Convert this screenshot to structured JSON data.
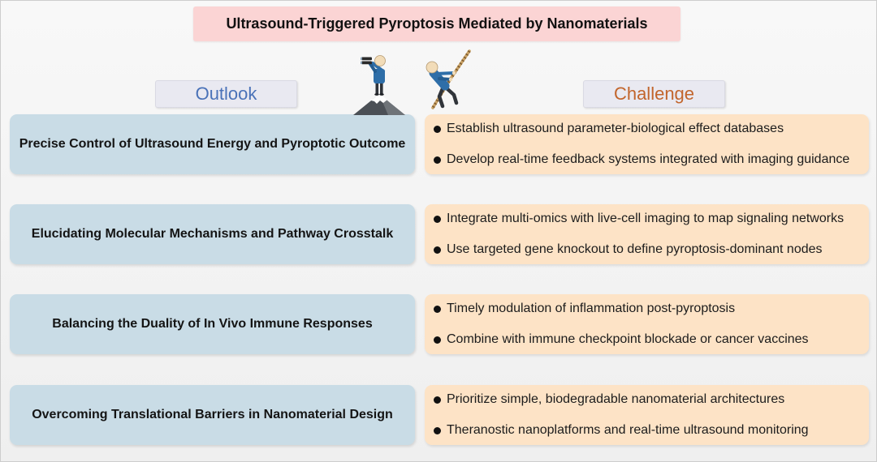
{
  "title": "Ultrasound-Triggered Pyroptosis Mediated by Nanomaterials",
  "headers": {
    "outlook": "Outlook",
    "challenge": "Challenge"
  },
  "illustrations": {
    "lookout_icon": "mountain-lookout-icon",
    "climber_icon": "rope-climber-icon"
  },
  "colors": {
    "title-bg": "#fbd4d4",
    "header-bg": "#e9e9f1",
    "outlook-text": "#4a72b8",
    "challenge-text": "#c2652c",
    "outlook-box": "#c9dce6",
    "challenge-box": "#fde3c6"
  },
  "rows": [
    {
      "outlook": "Precise Control of Ultrasound Energy and Pyroptotic Outcome",
      "challenges": [
        "Establish ultrasound parameter-biological effect databases",
        "Develop real-time feedback systems integrated with imaging guidance"
      ]
    },
    {
      "outlook": "Elucidating Molecular Mechanisms and Pathway Crosstalk",
      "challenges": [
        "Integrate multi-omics with live-cell imaging to map signaling networks",
        "Use targeted gene knockout to define pyroptosis-dominant nodes"
      ]
    },
    {
      "outlook": "Balancing the Duality of In Vivo Immune Responses",
      "challenges": [
        "Timely modulation of inflammation post-pyroptosis",
        "Combine with immune checkpoint blockade or cancer vaccines"
      ]
    },
    {
      "outlook": "Overcoming Translational Barriers in Nanomaterial Design",
      "challenges": [
        "Prioritize simple, biodegradable nanomaterial architectures",
        "Theranostic nanoplatforms and real-time ultrasound monitoring"
      ]
    }
  ]
}
